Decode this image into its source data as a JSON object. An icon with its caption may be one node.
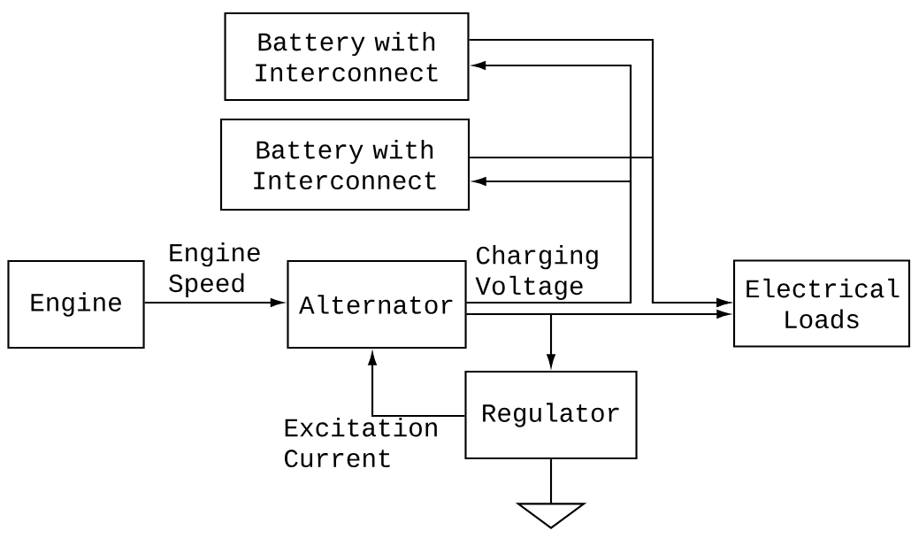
{
  "diagram": {
    "nodes": [
      {
        "text": [
          "Battery with Interconnect"
        ]
      },
      {
        "text": [
          "Battery with Interconnect"
        ]
      },
      {
        "text": [
          "Engine"
        ]
      },
      {
        "text": [
          "Alternator"
        ]
      },
      {
        "text": [
          "Electrical Loads"
        ]
      },
      {
        "text": [
          "Regulator"
        ]
      },
      {
        "text": [],
        "shape": "triangle"
      }
    ],
    "edges": [
      {
        "from": 2,
        "to": 3,
        "arrow": "to",
        "label": "Engine Speed"
      },
      {
        "from": 3,
        "to": 0,
        "arrow": "to",
        "label": "Charging Voltage"
      },
      {
        "from": 3,
        "to": 1,
        "arrow": "to"
      },
      {
        "from": 0,
        "to": 4,
        "arrow": "to"
      },
      {
        "from": 1,
        "to": 4,
        "arrow": "to"
      },
      {
        "from": 3,
        "to": 4,
        "arrow": "to"
      },
      {
        "from": 3,
        "to": 5,
        "arrow": "to"
      },
      {
        "from": 5,
        "to": 3,
        "arrow": "to",
        "label": "Excitation Current"
      },
      {
        "from": 5,
        "to": 6,
        "arrow": "none"
      }
    ]
  }
}
